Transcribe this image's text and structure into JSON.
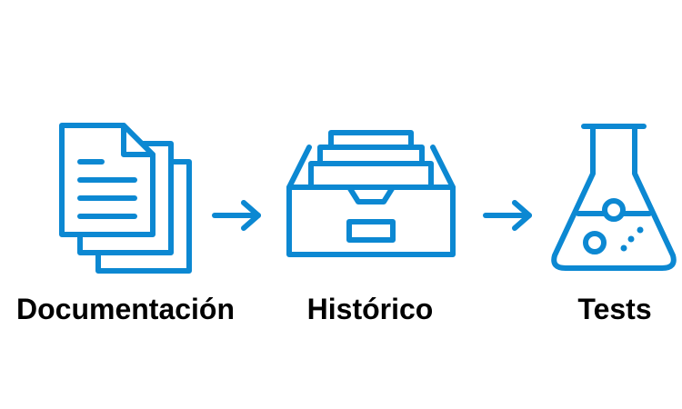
{
  "colors": {
    "accent": "#0c88d2",
    "text": "#000000",
    "background": "#ffffff"
  },
  "steps": [
    {
      "label": "Documentación",
      "icon": "documents-icon"
    },
    {
      "label": "Histórico",
      "icon": "archive-tray-icon"
    },
    {
      "label": "Tests",
      "icon": "lab-flask-icon"
    }
  ],
  "connectors": [
    {
      "icon": "arrow-right-icon"
    },
    {
      "icon": "arrow-right-icon"
    }
  ]
}
